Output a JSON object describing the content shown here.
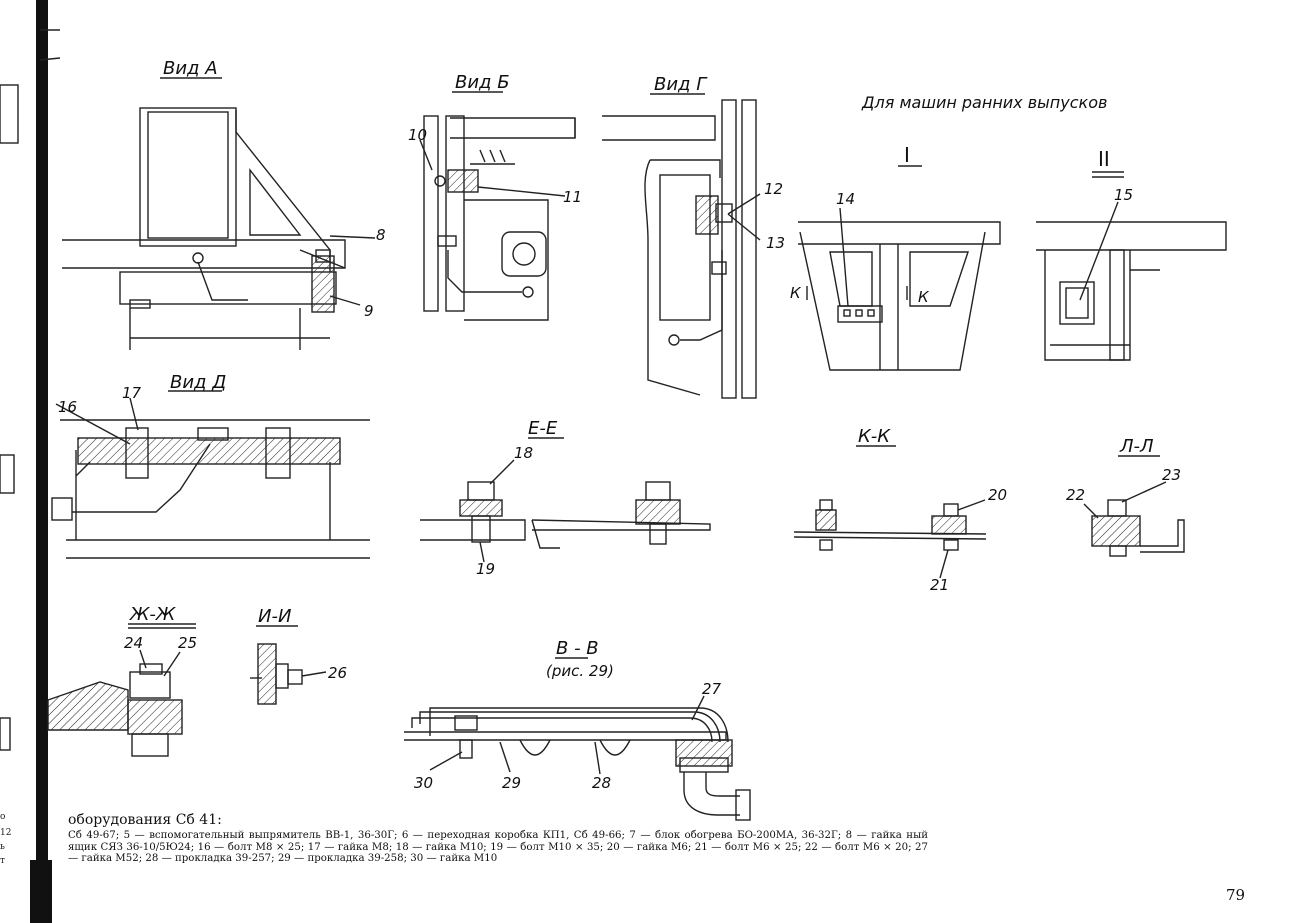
{
  "views": {
    "a": "Вид А",
    "b": "Вид Б",
    "g": "Вид Г",
    "d": "Вид Д",
    "ee": "Е-Е",
    "kk": "К-К",
    "ll": "Л-Л",
    "zhzh": "Ж-Ж",
    "ii": "И-И",
    "vv": "В - В",
    "vv_ref": "(рис. 29)",
    "early_title": "Для машин ранних выпусков",
    "roman1": "I",
    "roman2": "II",
    "k_marker": "К"
  },
  "callouts": [
    "8",
    "9",
    "10",
    "11",
    "12",
    "13",
    "14",
    "15",
    "16",
    "17",
    "18",
    "19",
    "20",
    "21",
    "22",
    "23",
    "24",
    "25",
    "26",
    "27",
    "28",
    "29",
    "30"
  ],
  "caption": {
    "heading": "оборудования Сб 41:",
    "body": "Сб 49-67; 5 — вспомогательный выпрямитель ВВ-1, 36-30Г; 6 — переходная коробка КП1, Сб 49-66; 7 — блок обогрева БО-200МА, 36-32Г; 8 — гайка ный ящик СЯЗ 36-10/5Ю24; 16 — болт М8 × 25; 17 — гайка М8; 18 — гайка М10; 19 — болт М10 × 35; 20 — гайка М6; 21 — болт М6 × 25; 22 — болт М6 × 20; 27 — гайка М52; 28 — прокладка 39-257; 29 — прокладка 39-258; 30 — гайка М10"
  },
  "left_margin_fragments": [
    "о",
    "12",
    "ь",
    "т"
  ],
  "page_number": "79"
}
